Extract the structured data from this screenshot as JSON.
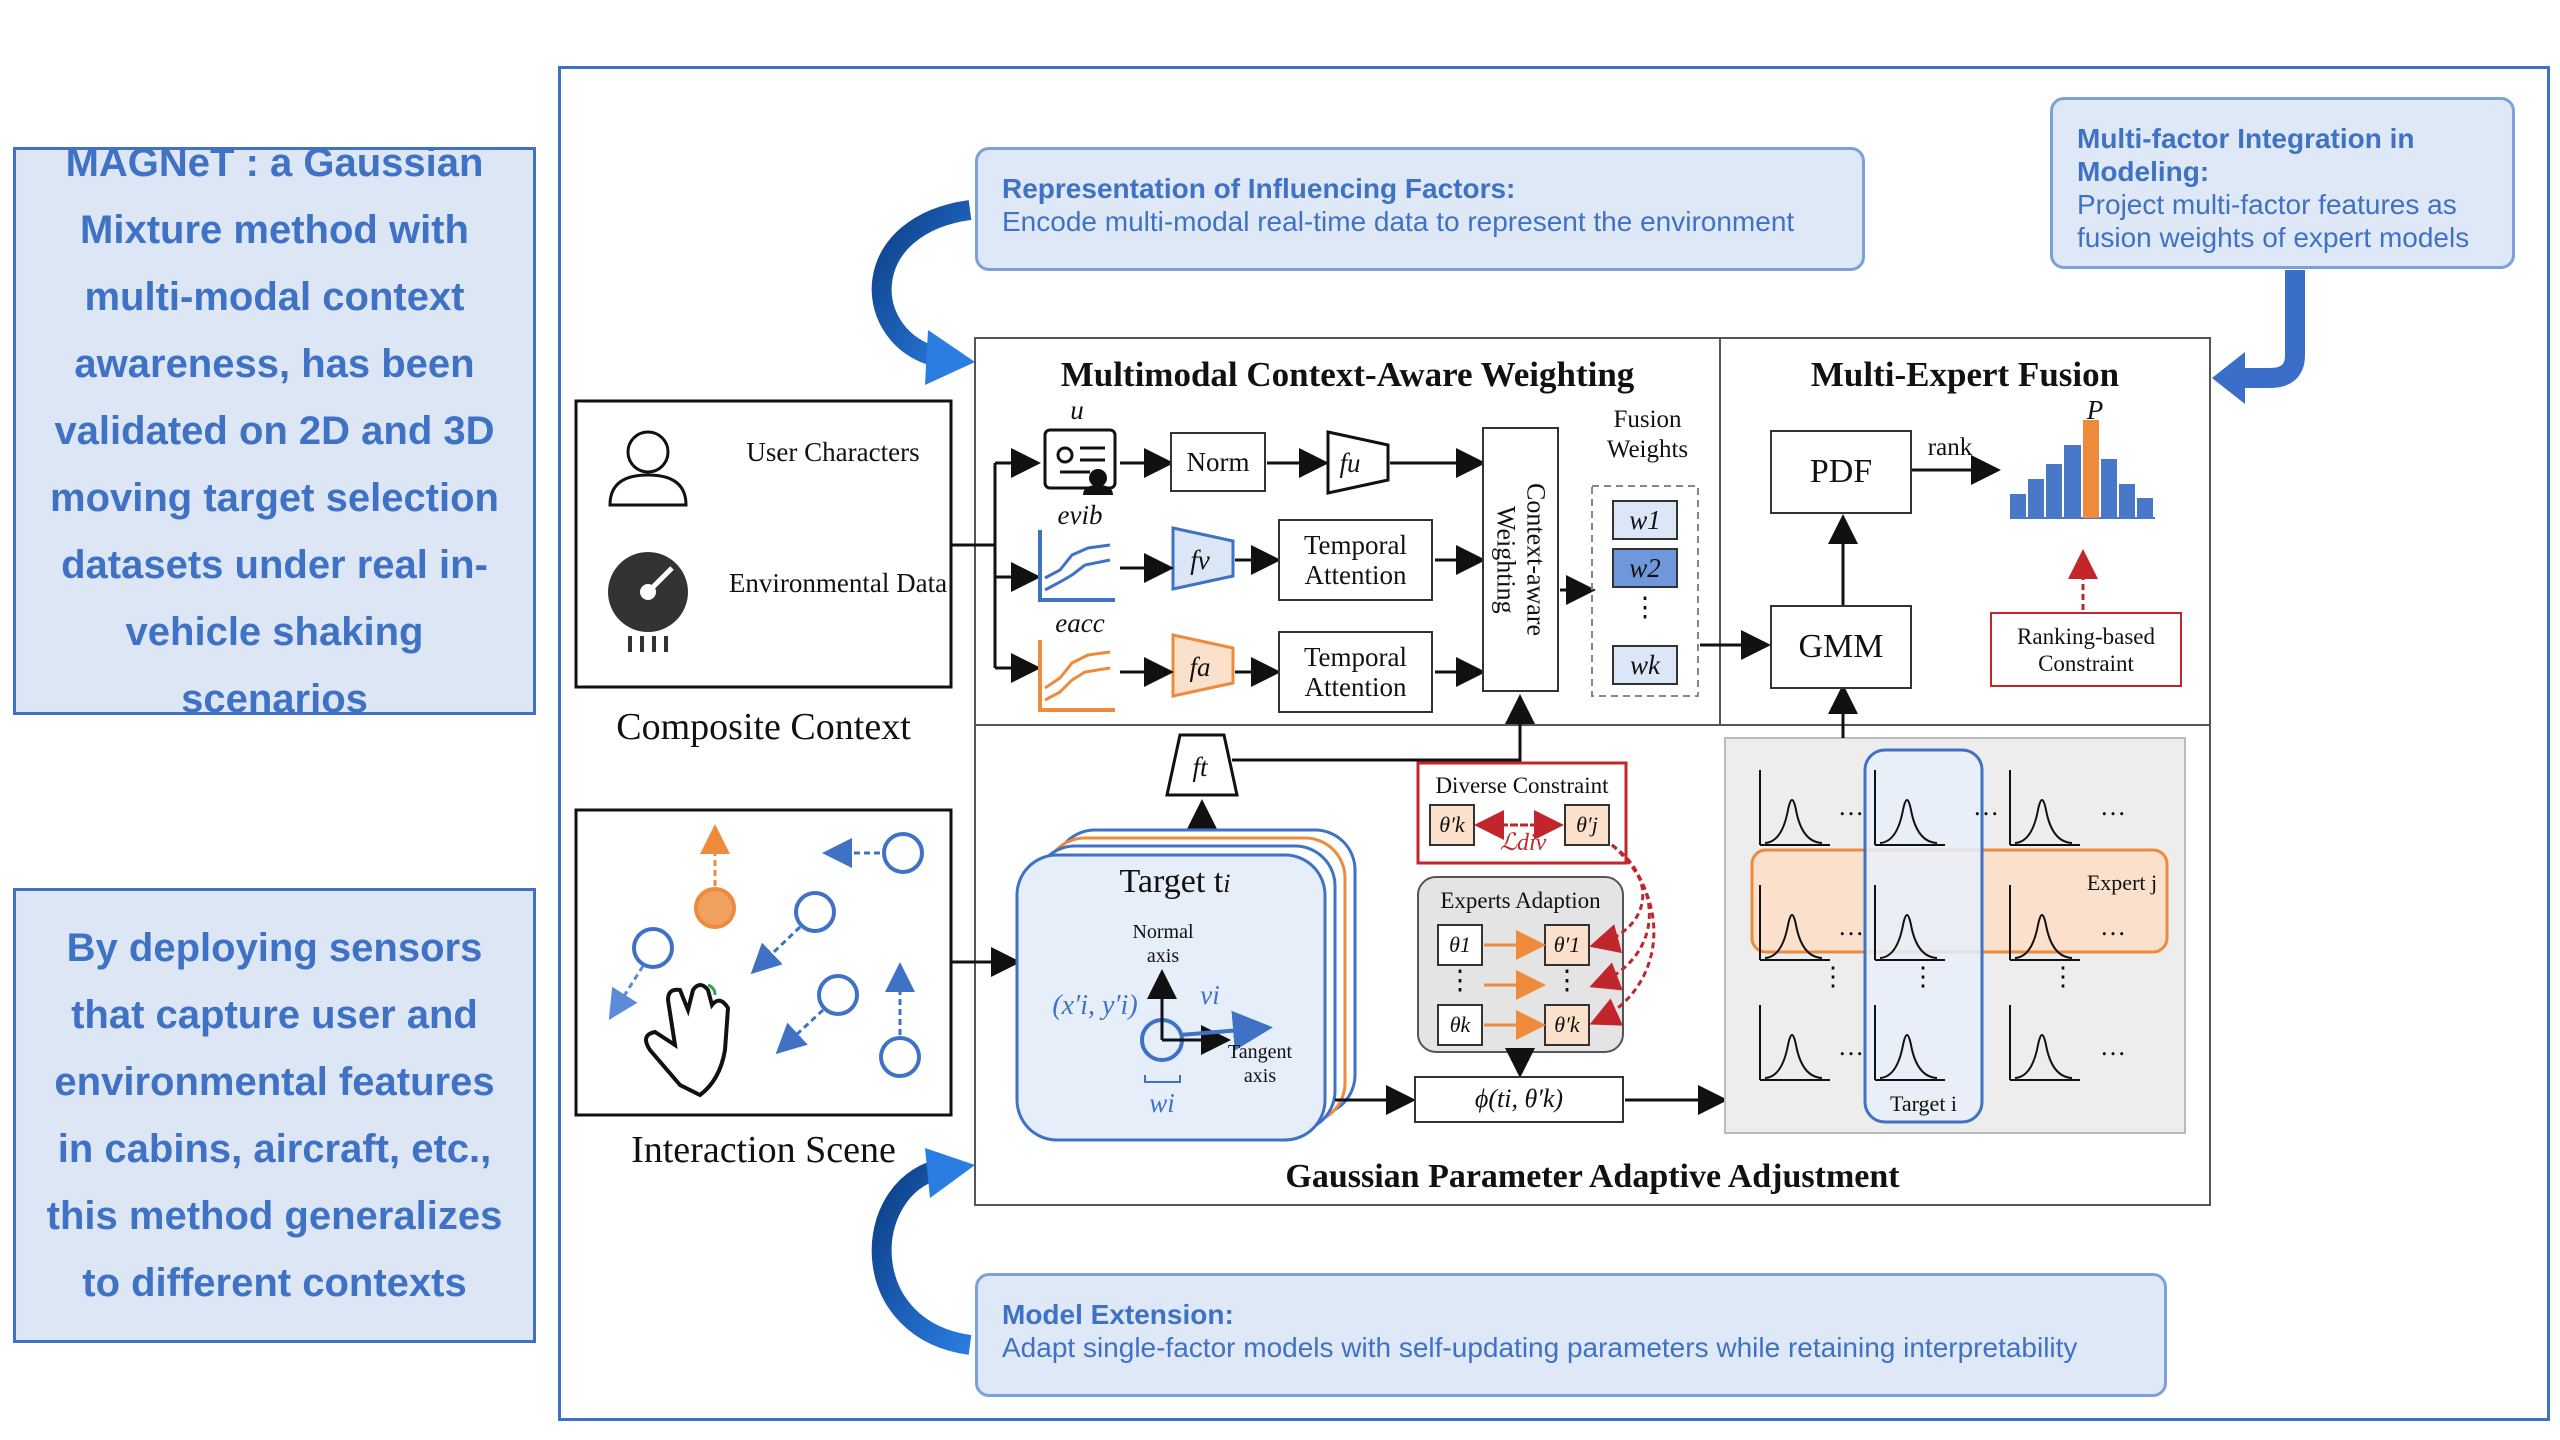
{
  "left_notes": [
    "MAGNeT : a Gaussian Mixture method with multi-modal context awareness, has been validated on 2D and 3D moving target selection datasets under real in-vehicle shaking scenarios",
    "By deploying sensors that capture user and environmental features in cabins, aircraft, etc., this method generalizes to different contexts"
  ],
  "callouts": {
    "representation": {
      "title": "Representation of Influencing Factors:",
      "body": "Encode multi-modal real-time data to represent the environment"
    },
    "integration": {
      "title": "Multi-factor Integration in Modeling:",
      "body": "Project multi-factor features as fusion weights of expert models"
    },
    "extension": {
      "title": "Model Extension:",
      "body": "Adapt single-factor models with self-updating parameters while retaining interpretability"
    }
  },
  "context": {
    "user": "User Characters",
    "env": "Environmental Data",
    "title": "Composite Context",
    "scene_title": "Interaction Scene"
  },
  "weighting": {
    "title": "Multimodal Context-Aware Weighting",
    "u": "u",
    "evib": "evib",
    "eacc": "eacc",
    "norm": "Norm",
    "temporal1": "Temporal Attention",
    "temporal2": "Temporal Attention",
    "fu": "fu",
    "fv": "fv",
    "fa": "fa",
    "ft": "ft",
    "cw": "Context-aware Weighting",
    "fusion_weights": "Fusion Weights",
    "w1": "w1",
    "w2": "w2",
    "wk": "wk",
    "dots": "⋮"
  },
  "fusion": {
    "title": "Multi-Expert Fusion",
    "pdf": "PDF",
    "rank": "rank",
    "p": "P",
    "gmm": "GMM",
    "ranking": "Ranking-based Constraint"
  },
  "gaussian": {
    "title": "Gaussian Parameter Adaptive Adjustment",
    "target": "Target t",
    "normal": "Normal axis",
    "tangent": "Tangent axis",
    "xy": "(x′i, y′i)",
    "vi": "vi",
    "wi": "wi",
    "diverse": "Diverse Constraint",
    "ldiv": "ℒdiv",
    "experts": "Experts Adaption",
    "phi": "ϕ(ti, θ′k)",
    "expert_j": "Expert j",
    "target_i": "Target i"
  },
  "colors": {
    "accent": "#3f72c4",
    "orange": "#ee8a3c",
    "red": "#c0262c",
    "bar_blue": "#4a78c8"
  },
  "chart_bars": [
    0.25,
    0.4,
    0.55,
    0.75,
    1.0,
    0.6,
    0.35,
    0.2
  ]
}
